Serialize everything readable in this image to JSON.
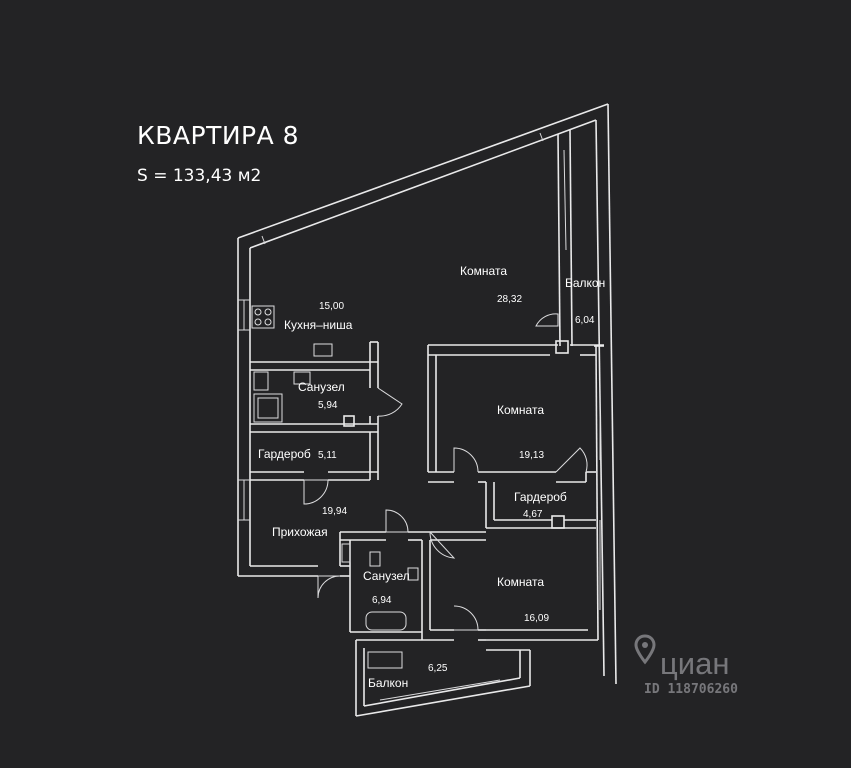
{
  "header": {
    "title": "КВАРТИРА 8",
    "area": "S = 133,43 м2"
  },
  "rooms": [
    {
      "label": "Комната",
      "area": "28,32"
    },
    {
      "label": "Балкон",
      "area": "6,04"
    },
    {
      "label": "Кухня–ниша",
      "area": "15,00"
    },
    {
      "label": "Санузел",
      "area": "5,94"
    },
    {
      "label": "Комната",
      "area": "19,13"
    },
    {
      "label": "Гардероб",
      "area": "5,11"
    },
    {
      "label": "Гардероб",
      "area": "4,67"
    },
    {
      "label": "Прихожая",
      "area": "19,94"
    },
    {
      "label": "Санузел",
      "area": "6,94"
    },
    {
      "label": "Комната",
      "area": "16,09"
    },
    {
      "label": "Балкон",
      "area": "6,25"
    }
  ],
  "watermark": {
    "brand": "циан",
    "id": "ID 118706260"
  }
}
